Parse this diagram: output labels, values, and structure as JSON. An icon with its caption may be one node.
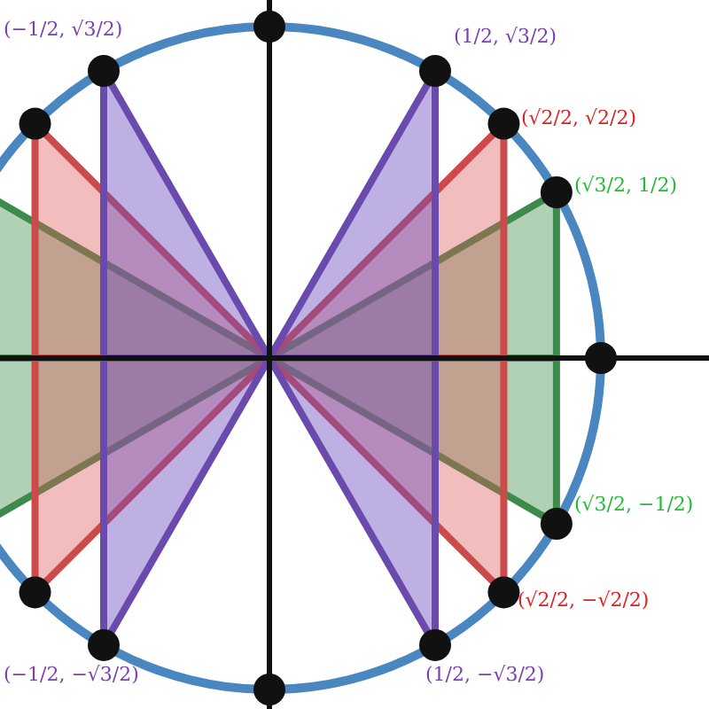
{
  "diagram": {
    "labels": [
      "(−1/2, √3/2)",
      "(1/2, √3/2)",
      "(√2/2, √2/2)",
      "(√3/2, 1/2)",
      "(√3/2, −1/2)",
      "(√2/2, −√2/2)",
      "(1/2, −√3/2)",
      "(−1/2, −√3/2)"
    ]
  }
}
